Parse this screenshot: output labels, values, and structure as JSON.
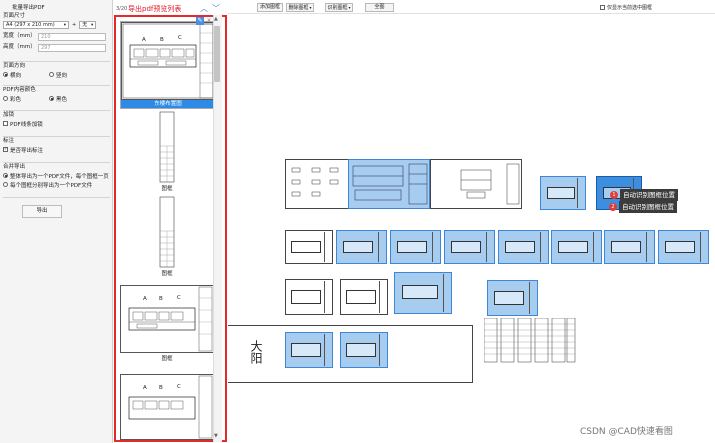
{
  "panel": {
    "title": "批量导出PDF",
    "page_size_label": "页面尺寸",
    "paper_size": "A4 (297 x 210 mm)",
    "paper_extra": "无",
    "width_label": "宽度（mm）",
    "width_value": "210",
    "height_label": "高度（mm）",
    "height_value": "297",
    "orientation_label": "页面方向",
    "orientation_landscape": "横向",
    "orientation_portrait": "竖向",
    "color_label": "PDF内容颜色",
    "color_color": "彩色",
    "color_black": "黑色",
    "encrypt_label": "加锁",
    "encrypt_option": "PDF线条加锁",
    "annot_label": "标注",
    "annot_option": "是否导出标注",
    "merge_label": "合并导出",
    "merge_all": "整体导出为一个PDF文件，每个图框一页",
    "merge_each": "每个图框分别导出为一个PDF文件",
    "export_button": "导出"
  },
  "thumbs": {
    "page_count": "3/20",
    "caption": "导出pdf预览列表",
    "items": [
      {
        "label": "东楼布置图",
        "selected": true
      },
      {
        "label": "图框",
        "selected": false
      },
      {
        "label": "图框",
        "selected": false
      },
      {
        "label": "图框",
        "selected": false
      }
    ],
    "plan_letters": [
      "A",
      "B",
      "C"
    ]
  },
  "toolbar": {
    "add_frame": "添加图框",
    "delete_frame": "删除图框",
    "detect_frame": "识别图框",
    "fit_all": "全图",
    "only_selected": "仅显示当前选中图框"
  },
  "canvas": {
    "tip1_num": "1",
    "tip1": "自动识别图框位置",
    "tip2_num": "2",
    "tip2": "自动识别图框位置",
    "stamp_text": "大阳"
  },
  "watermark": "CSDN @CAD快速看图",
  "colors": {
    "accent": "#2d8ae6",
    "caption_red": "#e0192b",
    "highlight": "#a6cdf0"
  }
}
